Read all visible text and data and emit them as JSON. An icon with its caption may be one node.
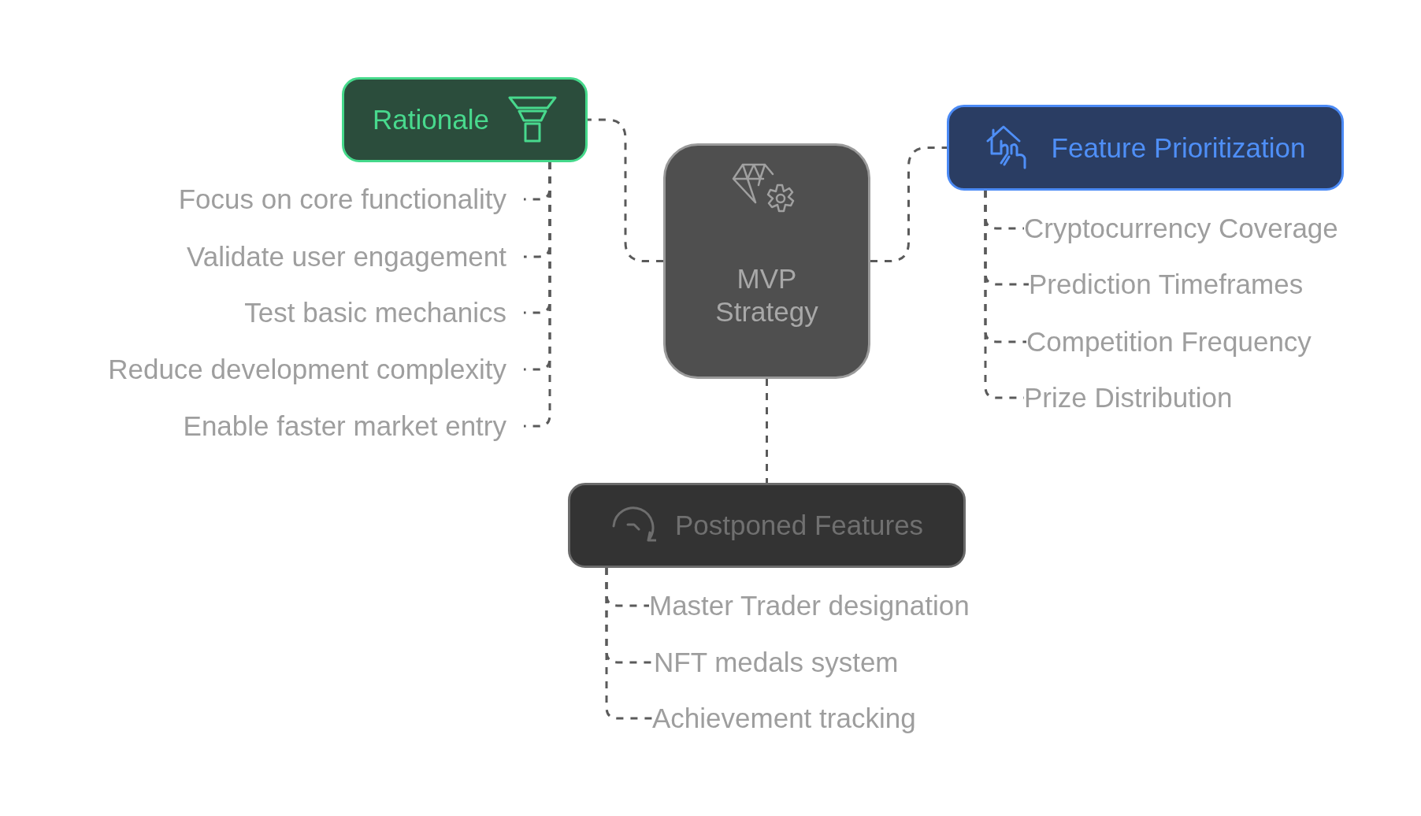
{
  "diagram": {
    "nodes": [
      {
        "text": [
          "Rationale"
        ]
      },
      {
        "text": [
          "Focus on core functionality"
        ]
      },
      {
        "text": [
          "Validate user engagement"
        ]
      },
      {
        "text": [
          "Test basic mechanics"
        ]
      },
      {
        "text": [
          "Reduce development complexity"
        ]
      },
      {
        "text": [
          "Enable faster market entry"
        ]
      },
      {
        "text": [
          "MVP Strategy"
        ]
      },
      {
        "text": [
          "Feature Prioritization"
        ]
      },
      {
        "text": [
          "Cryptocurrency Coverage"
        ]
      },
      {
        "text": [
          "Prediction Timeframes"
        ]
      },
      {
        "text": [
          "Competition Frequency"
        ]
      },
      {
        "text": [
          "Prize Distribution"
        ]
      },
      {
        "text": [
          "Postponed Features"
        ]
      },
      {
        "text": [
          "Master Trader designation"
        ]
      },
      {
        "text": [
          "NFT medals system"
        ]
      },
      {
        "text": [
          "Achievement tracking"
        ]
      }
    ],
    "edges": [
      {
        "from": 6,
        "to": 0,
        "arrow": "none"
      },
      {
        "from": 6,
        "to": 7,
        "arrow": "none"
      },
      {
        "from": 6,
        "to": 12,
        "arrow": "none"
      },
      {
        "from": 0,
        "to": 1,
        "arrow": "none"
      },
      {
        "from": 0,
        "to": 2,
        "arrow": "none"
      },
      {
        "from": 0,
        "to": 3,
        "arrow": "none"
      },
      {
        "from": 0,
        "to": 4,
        "arrow": "none"
      },
      {
        "from": 0,
        "to": 5,
        "arrow": "none"
      },
      {
        "from": 7,
        "to": 8,
        "arrow": "none"
      },
      {
        "from": 7,
        "to": 9,
        "arrow": "none"
      },
      {
        "from": 7,
        "to": 10,
        "arrow": "none"
      },
      {
        "from": 7,
        "to": 11,
        "arrow": "none"
      },
      {
        "from": 12,
        "to": 13,
        "arrow": "none"
      },
      {
        "from": 12,
        "to": 14,
        "arrow": "none"
      },
      {
        "from": 12,
        "to": 15,
        "arrow": "none"
      }
    ]
  }
}
